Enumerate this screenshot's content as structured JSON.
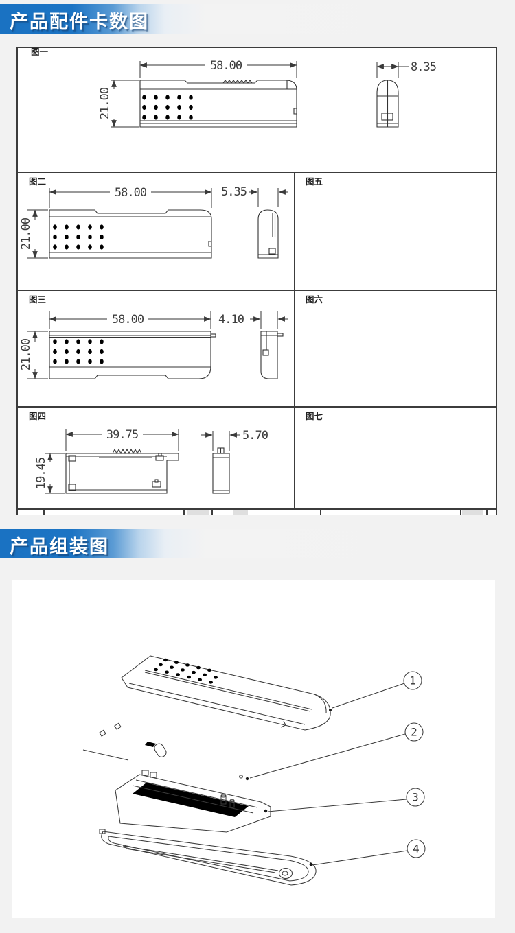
{
  "banners": {
    "parts_title": "产品配件卡数图",
    "assembly_title": "产品组装图",
    "accent_blue": "#1a72c2"
  },
  "parts_sheet": {
    "figures": [
      {
        "label": "图一",
        "width": "58.00",
        "height": "21.00",
        "side_width": "8.35"
      },
      {
        "label": "图二",
        "width": "58.00",
        "height": "21.00",
        "side_width": "5.35"
      },
      {
        "label": "图三",
        "width": "58.00",
        "height": "21.00",
        "side_width": "4.10"
      },
      {
        "label": "图四",
        "width": "39.75",
        "height": "19.45",
        "side_width": "5.70"
      },
      {
        "label": "图五"
      },
      {
        "label": "图六"
      },
      {
        "label": "图七"
      }
    ]
  },
  "assembly_sheet": {
    "balloons": [
      {
        "number": "1"
      },
      {
        "number": "2"
      },
      {
        "number": "3"
      },
      {
        "number": "4"
      }
    ]
  }
}
